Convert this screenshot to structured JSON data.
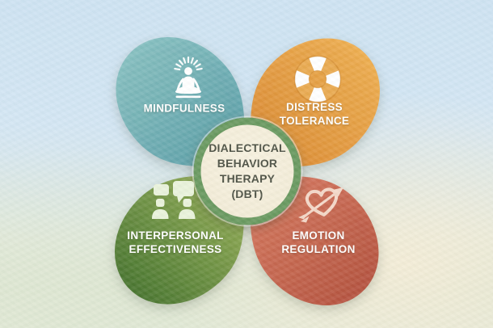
{
  "title_block": {
    "lines": [
      "DIALECTICAL",
      "BEHAVIOR",
      "THERAPY",
      "(DBT)"
    ]
  },
  "center": {
    "fill_color": "#f4eedb",
    "ring_color": "#68985e",
    "text_color": "#4b4f42"
  },
  "petals": [
    {
      "label": "MINDFULNESS",
      "icon": "meditation-icon",
      "color_light": "#7ebcbc",
      "color_dark": "#4b96a1"
    },
    {
      "label": "DISTRESS TOLERANCE",
      "icon": "lifebuoy-icon",
      "color_light": "#f3a83d",
      "color_dark": "#dd7f1e"
    },
    {
      "label": "INTERPERSONAL EFFECTIVENESS",
      "icon": "conversation-icon",
      "color_light": "#96ae4d",
      "color_dark": "#3a6b1e"
    },
    {
      "label": "EMOTION REGULATION",
      "icon": "heart-arrow-icon",
      "color_light": "#da7054",
      "color_dark": "#b2432f"
    }
  ],
  "icon_colors": {
    "white": "#ffffff",
    "lifebuoy_base": "#e9a94e",
    "conversation": "#e9f2da",
    "heart": "#f4d7c7"
  }
}
